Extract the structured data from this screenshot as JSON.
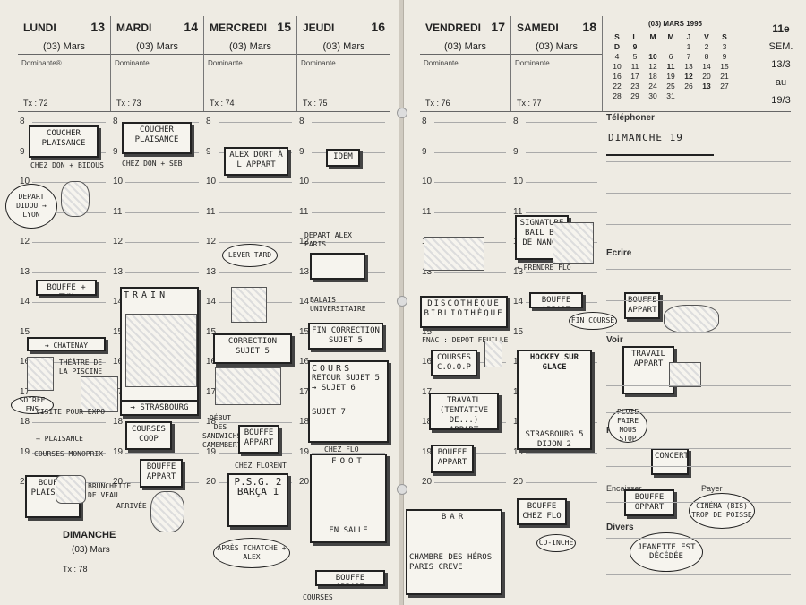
{
  "left_page": {
    "days": [
      {
        "name": "LUNDI",
        "num": "13",
        "month": "(03) Mars",
        "dominante": "Dominante®",
        "tx": "Tx : 72"
      },
      {
        "name": "MARDI",
        "num": "14",
        "month": "(03) Mars",
        "dominante": "Dominante",
        "tx": "Tx : 73"
      },
      {
        "name": "MERCREDI",
        "num": "15",
        "month": "(03) Mars",
        "dominante": "Dominante",
        "tx": "Tx : 74"
      },
      {
        "name": "JEUDI",
        "num": "16",
        "month": "(03) Mars",
        "dominante": "Dominante",
        "tx": "Tx : 75"
      }
    ],
    "hours": [
      "8",
      "9",
      "10",
      "11",
      "12",
      "13",
      "14",
      "15",
      "16",
      "17",
      "18",
      "19",
      "20"
    ],
    "sunday": {
      "name": "DIMANCHE",
      "month": "(03) Mars",
      "tx": "Tx : 78"
    }
  },
  "right_page": {
    "days": [
      {
        "name": "VENDREDI",
        "num": "17",
        "month": "(03) Mars",
        "dominante": "Dominante",
        "tx": "Tx : 76"
      },
      {
        "name": "SAMEDI",
        "num": "18",
        "month": "(03) Mars",
        "dominante": "Dominante",
        "tx": "Tx : 77"
      }
    ],
    "calendar": {
      "title": "(03) MARS 1995",
      "weekdays": [
        "S",
        "L",
        "M",
        "M",
        "J",
        "V",
        "S",
        "D"
      ],
      "rows": [
        [
          "9",
          "",
          "",
          "1",
          "2",
          "3",
          "4",
          "5"
        ],
        [
          "10",
          "6",
          "7",
          "8",
          "9",
          "10",
          "11",
          "12"
        ],
        [
          "11",
          "13",
          "14",
          "15",
          "16",
          "17",
          "18",
          "19"
        ],
        [
          "12",
          "20",
          "21",
          "22",
          "23",
          "24",
          "25",
          "26"
        ],
        [
          "13",
          "27",
          "28",
          "29",
          "30",
          "31",
          "",
          ""
        ]
      ]
    },
    "week": {
      "label": "11e",
      "sem": "SEM.",
      "from": "13/3",
      "au": "au",
      "to": "19/3"
    },
    "sections": {
      "telephoner": "Téléphoner",
      "ecrire": "Ecrire",
      "faire": "Faire",
      "encaisser": "Encaisser",
      "payer": "Payer",
      "divers": "Divers",
      "voir": "Voir"
    }
  },
  "notes": {
    "lundi": [
      "COUCHER PLAISANCE",
      "CHEZ DON + BIDOUS",
      "DEPART DIDOU → LYON",
      "BOUFFE + TYM",
      "→ CHATENAY MALABRY",
      "THÉÂTRE DE LA PISCINE",
      "SOIRÉE ENS",
      "VISITE POUR EXPO",
      "→ PLAISANCE",
      "COURSES MONOPRIX",
      "BOUFFE PLAISANCE",
      "BRUNCHETTE DE VEAU",
      "DIMANCHE"
    ],
    "mardi": [
      "COUCHER PLAISANCE",
      "CHEZ DON + SEB",
      "TRAIN",
      "→ STRASBOURG",
      "COURSES COOP",
      "BOUFFE APPART",
      "ARRIVÉE ALEX"
    ],
    "mercredi": [
      "ALEX DORT À L'APPART",
      "LEVER TARD",
      "CORRECTION SUJET 5",
      "DÉBUT DES SANDWICHS CAMEMBERT",
      "BOUFFE APPART",
      "CHEZ FLORENT",
      "P.S.G. 2",
      "BARÇA 1",
      "APRÈS TCHATCHE + ALEX"
    ],
    "jeudi": [
      "IDEM",
      "DEPART ALEX PARIS",
      "BALAIS UNIVERSITAIRE",
      "FIN CORRECTION SUJET 5",
      "COURS",
      "RETOUR SUJET 5",
      "→ SUJET 6",
      "SUJET 7",
      "CHEZ FLO",
      "FOOT",
      "EN SALLE",
      "BOUFFE APPART",
      "COURSES"
    ],
    "vendredi": [
      "DISCOTHÈQUE BIBLIOTHÈQUE",
      "FNAC : DEPOT FEUILLE",
      "COURSES C.O.O.P",
      "TRAVAIL (TENTATIVE DE...) APPART",
      "BOUFFE APPART",
      "BAR",
      "CHAMBRE DES HÉROS",
      "PARIS CREVE"
    ],
    "samedi": [
      "SIGNATURE BAIL BE DE NANCY",
      "→ PRENDRE FLO",
      "BOUFFE APPART",
      "FIN COURSE",
      "HOCKEY SUR GLACE",
      "STRASBOURG 5 DIJON 2",
      "BOUFFE CHEZ FLO",
      "CO-INCHE"
    ],
    "dimanche": [
      "DIMANCHE 19",
      "BOUFFE APPART",
      "TRAVAIL APPART",
      "PLUIE FAIRE NOUS STOP",
      "CONCERT",
      "BOUFFE OPPART",
      "CINÉMA (BIS) TROP DE POISSE",
      "JEANETTE EST DÉCÉDÉE"
    ]
  }
}
